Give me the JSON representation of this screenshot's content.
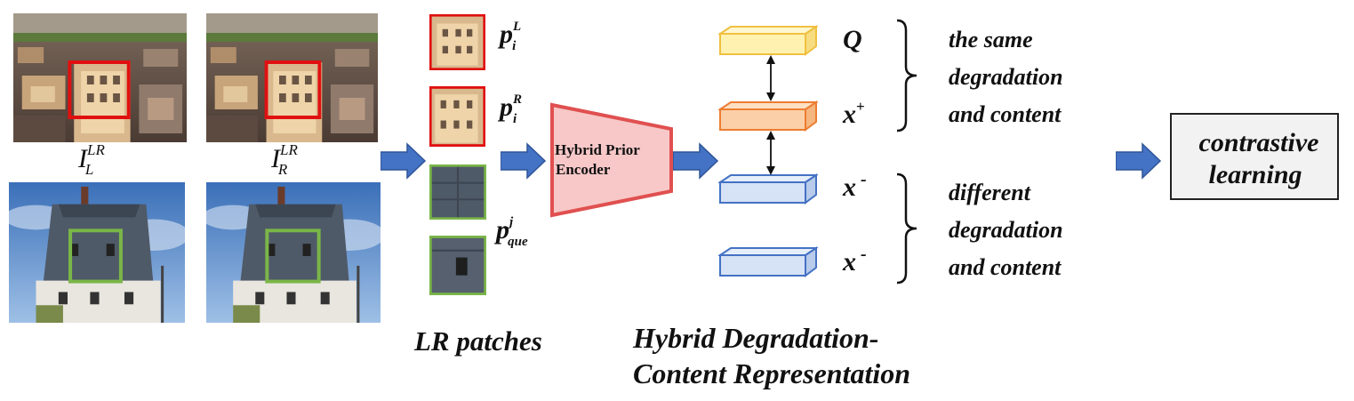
{
  "images": {
    "left_label_base": "I",
    "left_label_sup": "LR",
    "left_label_sub": "L",
    "right_label_base": "I",
    "right_label_sup": "LR",
    "right_label_sub": "R"
  },
  "patches": {
    "p_left_base": "p",
    "p_left_sup": "L",
    "p_left_sub": "i",
    "p_right_base": "p",
    "p_right_sup": "R",
    "p_right_sub": "i",
    "p_que_base": "p",
    "p_que_sup": "j",
    "p_que_sub": "que",
    "caption": "LR patches"
  },
  "encoder": {
    "label_line1": "Hybrid Prior",
    "label_line2": "Encoder"
  },
  "representation": {
    "q_label": "Q",
    "x_pos_base": "x",
    "x_pos_sup": "+",
    "x_neg1_base": "x",
    "x_neg1_sup": "-",
    "x_neg2_base": "x",
    "x_neg2_sup": "-",
    "caption_line1": "Hybrid Degradation-",
    "caption_line2": "Content Representation"
  },
  "groups": {
    "same_line1": "the same",
    "same_line2": "degradation",
    "same_line3": "and content",
    "diff_line1": "different",
    "diff_line2": "degradation",
    "diff_line3": "and content"
  },
  "output": {
    "label_line1": "contrastive",
    "label_line2": "learning"
  },
  "colors": {
    "red_box": "#e01010",
    "green_box": "#7ab648",
    "arrow_blue": "#4472c4",
    "encoder_fill": "#f8c8c8",
    "encoder_stroke": "#e05050",
    "q_fill": "#fff2b0",
    "q_stroke": "#f0c040",
    "pos_fill": "#fbd0a8",
    "pos_stroke": "#ed7d31",
    "neg_fill": "#d6e2f5",
    "neg_stroke": "#4472c4"
  }
}
